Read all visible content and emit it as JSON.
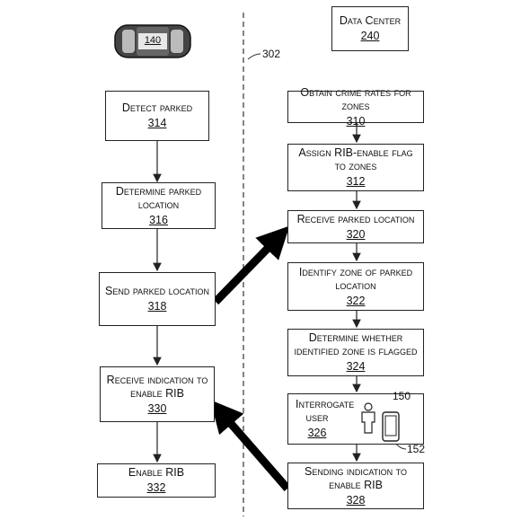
{
  "car": {
    "ref": "140"
  },
  "data_center": {
    "label": "Data Center",
    "ref": "240"
  },
  "divider_ref": "302",
  "left_column": [
    {
      "label": "Detect parked",
      "ref": "314"
    },
    {
      "label": "Determine parked location",
      "ref": "316"
    },
    {
      "label": "Send parked location",
      "ref": "318"
    },
    {
      "label": "Receive indication to enable RIB",
      "ref": "330"
    },
    {
      "label": "Enable RIB",
      "ref": "332"
    }
  ],
  "right_column": [
    {
      "label": "Obtain crime rates for zones",
      "ref": "310"
    },
    {
      "label": "Assign RIB-enable flag to zones",
      "ref": "312"
    },
    {
      "label": "Receive  parked location",
      "ref": "320"
    },
    {
      "label": "Identify zone of parked location",
      "ref": "322"
    },
    {
      "label": "Determine whether identified zone is flagged",
      "ref": "324"
    },
    {
      "label": "Interrogate user",
      "ref": "326"
    },
    {
      "label": "Sending indication to enable RIB",
      "ref": "328"
    }
  ],
  "user_ref": "150",
  "phone_ref": "152"
}
